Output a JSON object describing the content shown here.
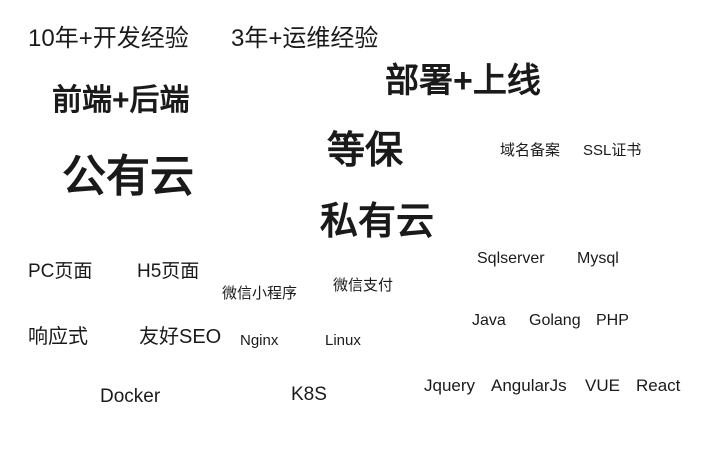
{
  "words": [
    {
      "text": "10年+开发经验"
    },
    {
      "text": "3年+运维经验"
    },
    {
      "text": "部署+上线"
    },
    {
      "text": "前端+后端"
    },
    {
      "text": "等保"
    },
    {
      "text": "域名备案"
    },
    {
      "text": "SSL证书"
    },
    {
      "text": "公有云"
    },
    {
      "text": "私有云"
    },
    {
      "text": "Sqlserver"
    },
    {
      "text": "Mysql"
    },
    {
      "text": "PC页面"
    },
    {
      "text": "H5页面"
    },
    {
      "text": "微信支付"
    },
    {
      "text": "微信小程序"
    },
    {
      "text": "Java"
    },
    {
      "text": "Golang"
    },
    {
      "text": "PHP"
    },
    {
      "text": "响应式"
    },
    {
      "text": "友好SEO"
    },
    {
      "text": "Nginx"
    },
    {
      "text": "Linux"
    },
    {
      "text": "Jquery"
    },
    {
      "text": "AngularJs"
    },
    {
      "text": "VUE"
    },
    {
      "text": "React"
    },
    {
      "text": "Docker"
    },
    {
      "text": "K8S"
    }
  ]
}
